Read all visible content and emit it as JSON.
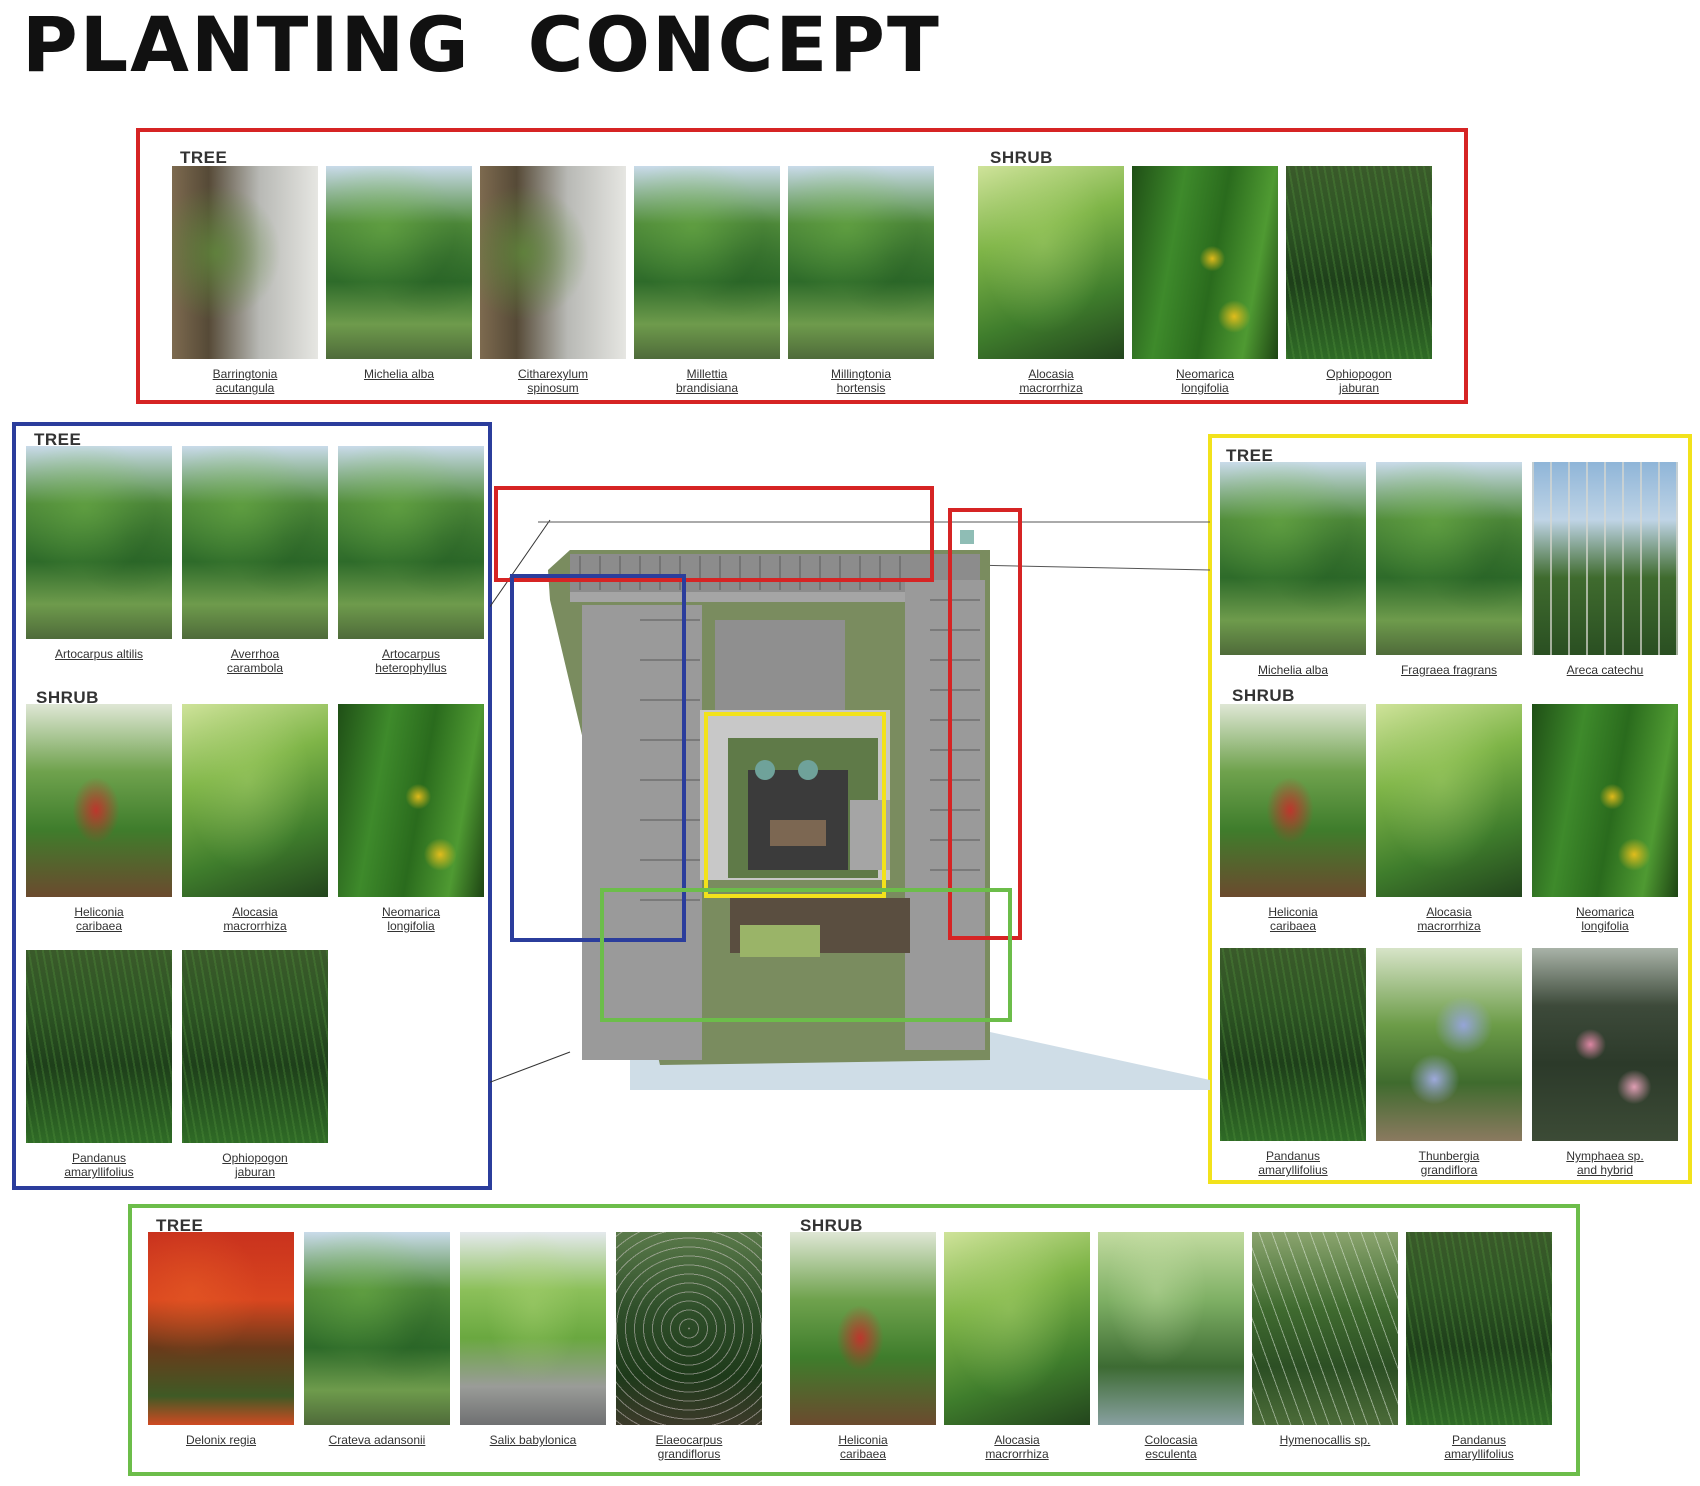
{
  "title": "PLANTING  CONCEPT",
  "colors": {
    "red": "#d62424",
    "blue": "#2b3d9c",
    "yellow": "#f2e21b",
    "green": "#6cbd4a"
  },
  "red_zone": {
    "tree_label": "TREE",
    "shrub_label": "SHRUB",
    "trees": [
      "Barringtonia\nacutangula",
      "Michelia alba",
      "Citharexylum\nspinosum",
      "Millettia\nbrandisiana",
      "Millingtonia\nhortensis"
    ],
    "shrubs": [
      "Alocasia\nmacrorrhiza",
      "Neomarica\nlongifolia",
      "Ophiopogon\njaburan"
    ]
  },
  "blue_zone": {
    "tree_label": "TREE",
    "shrub_label": "SHRUB",
    "trees": [
      "Artocarpus altilis",
      "Averrhoa\ncarambola",
      "Artocarpus\nheterophyllus"
    ],
    "shrubs": [
      "Heliconia\ncaribaea",
      "Alocasia\nmacrorrhiza",
      "Neomarica\nlongifolia",
      "Pandanus\namaryllifolius",
      "Ophiopogon\njaburan"
    ]
  },
  "yellow_zone": {
    "tree_label": "TREE",
    "shrub_label": "SHRUB",
    "trees": [
      "Michelia alba",
      "Fragraea fragrans",
      "Areca catechu"
    ],
    "shrubs": [
      "Heliconia\ncaribaea",
      "Alocasia\nmacrorrhiza",
      "Neomarica\nlongifolia",
      "Pandanus\namaryllifolius",
      "Thunbergia\ngrandiflora",
      "Nymphaea sp.\nand hybrid"
    ]
  },
  "green_zone": {
    "tree_label": "TREE",
    "shrub_label": "SHRUB",
    "trees": [
      "Delonix regia",
      "Crateva adansonii",
      "Salix babylonica",
      "Elaeocarpus\ngrandiflorus"
    ],
    "shrubs": [
      "Heliconia\ncaribaea",
      "Alocasia\nmacrorrhiza",
      "Colocasia\nesculenta",
      "Hymenocallis sp.",
      "Pandanus\namaryllifolius"
    ]
  }
}
